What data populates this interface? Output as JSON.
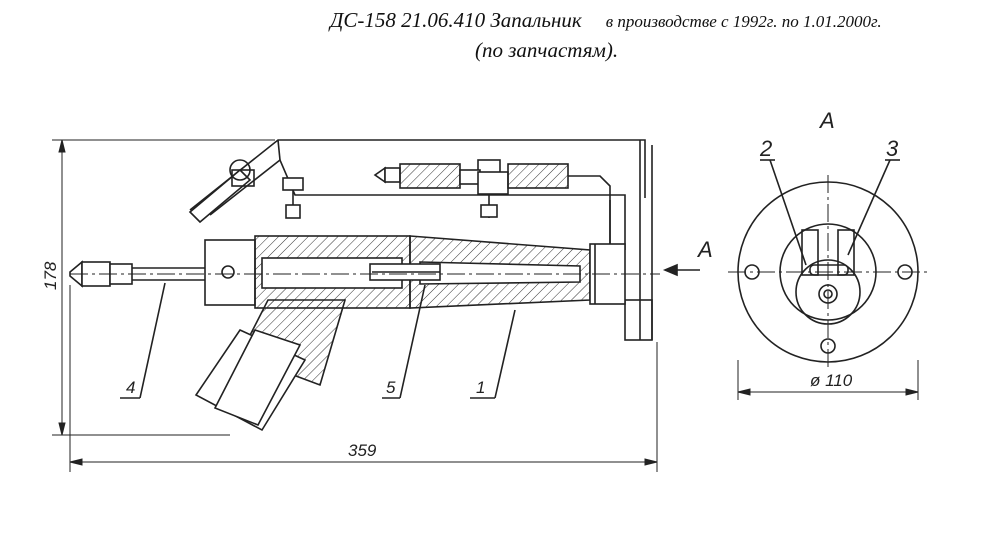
{
  "header": {
    "title": "ДС-158 21.06.410 Запальник",
    "production": "в производстве с 1992г. по 1.01.2000г.",
    "subtitle": "(по запчастям)."
  },
  "dimensions": {
    "height": "178",
    "length": "359",
    "diameter": "ø 110"
  },
  "view": {
    "arrow_label": "A",
    "section_label": "A"
  },
  "callouts": [
    "1",
    "2",
    "3",
    "4",
    "5"
  ]
}
